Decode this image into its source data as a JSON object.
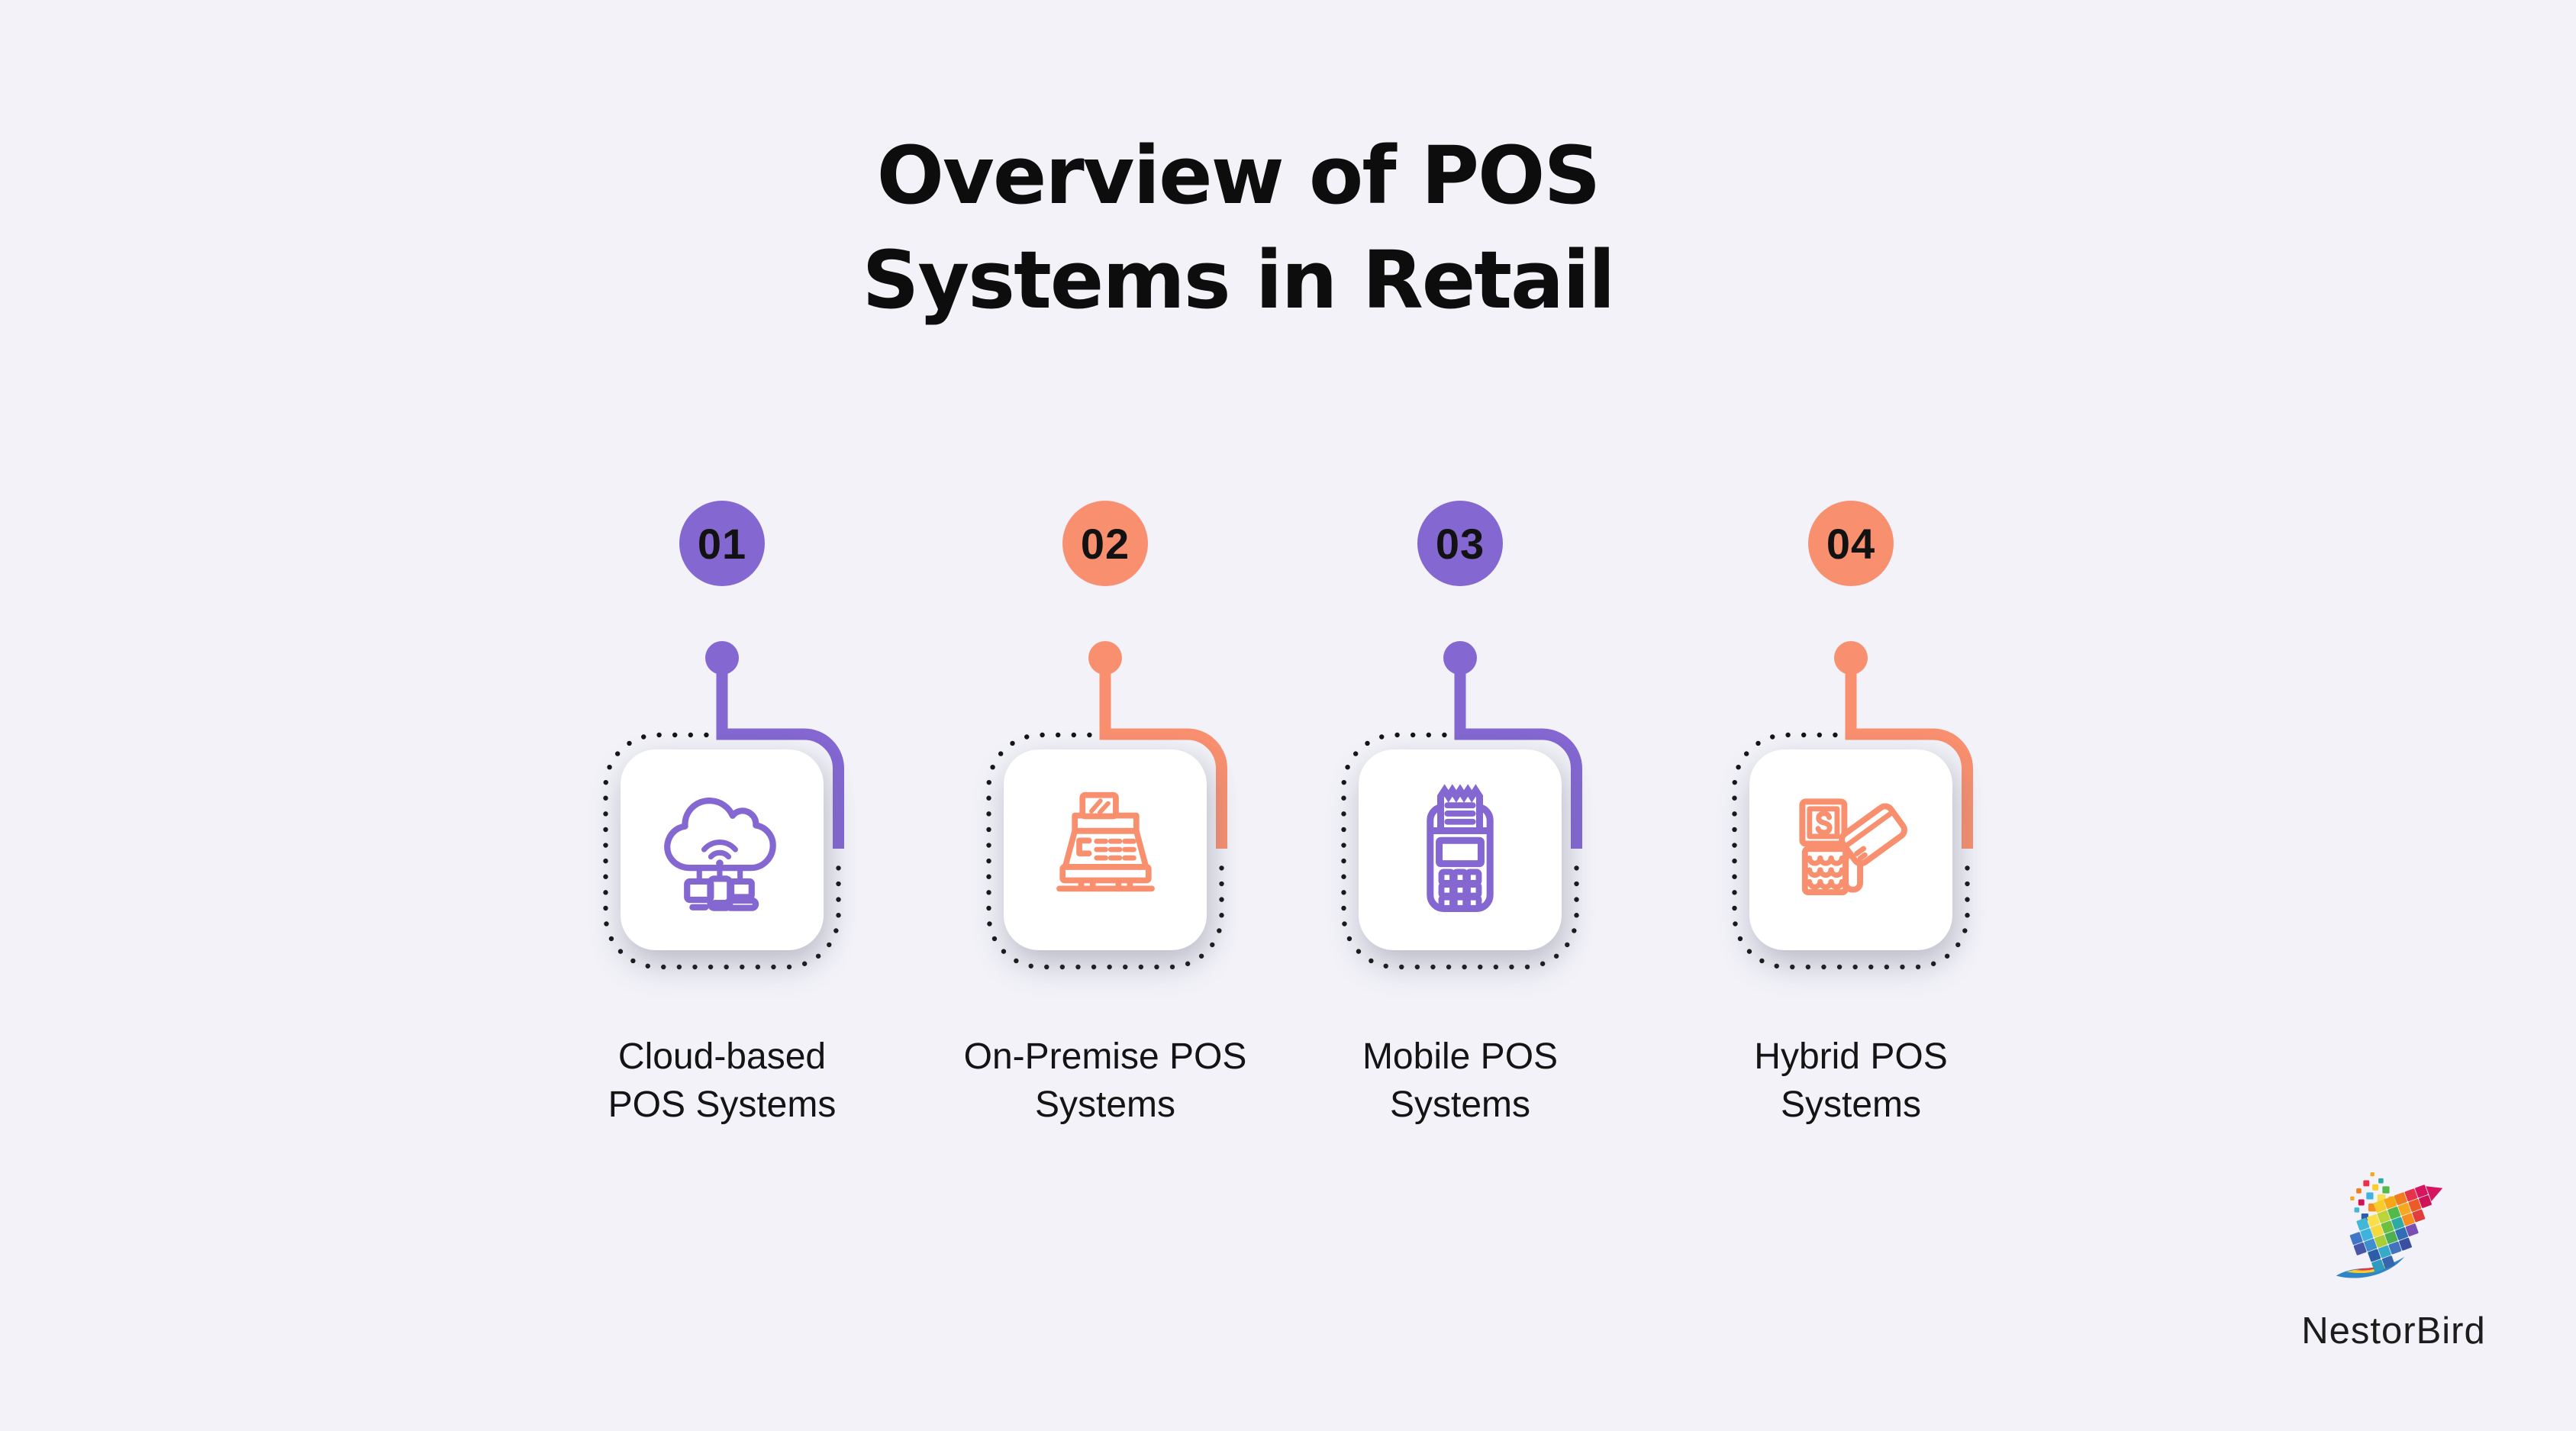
{
  "title": {
    "text": "Overview of POS\nSystems in Retail"
  },
  "items": [
    {
      "number": "01",
      "label": "Cloud-based\nPOS Systems",
      "color": "#8467D1",
      "icon": "cloud-pos-icon"
    },
    {
      "number": "02",
      "label": "On-Premise POS\nSystems",
      "color": "#F8906F",
      "icon": "cash-register-icon"
    },
    {
      "number": "03",
      "label": "Mobile POS\nSystems",
      "color": "#8467D1",
      "icon": "mobile-pos-terminal-icon"
    },
    {
      "number": "04",
      "label": "Hybrid POS\nSystems",
      "color": "#F8906F",
      "icon": "hybrid-pos-icon"
    }
  ],
  "footer": {
    "brand": "NestorBird"
  },
  "colors": {
    "background": "#F2F2F8",
    "purple": "#8467D1",
    "orange": "#F8906F",
    "ink": "#121212",
    "dot": "#161616",
    "card": "#FFFFFF"
  }
}
